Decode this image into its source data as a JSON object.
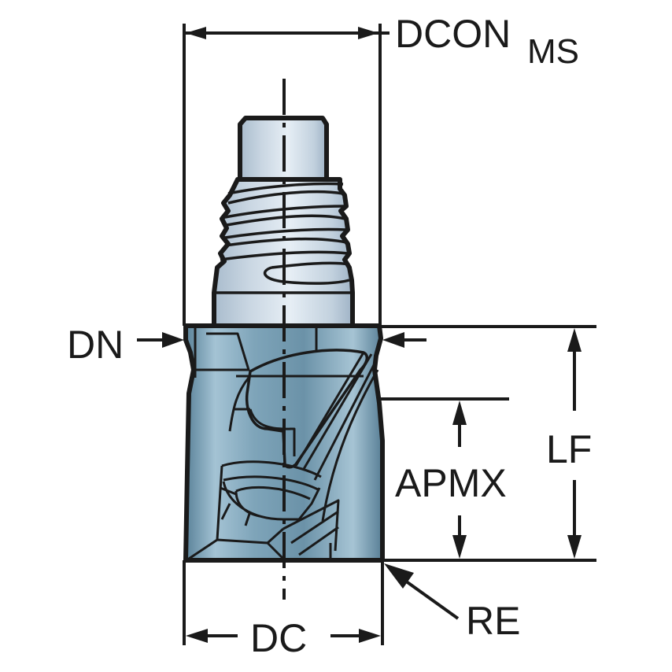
{
  "diagram": {
    "subject": "Exchangeable milling cutting head with threaded coupling",
    "colors": {
      "line": "#1a1a1a",
      "shank_light": "#dfe8f0",
      "shank_mid": "#b7c7d6",
      "shank_dark": "#97aabd",
      "head_light": "#9bbdd0",
      "head_mid": "#6f97ae",
      "head_dark": "#4a7389",
      "background": "#ffffff"
    },
    "dimensions": {
      "dcon": {
        "label": "DCON",
        "subscript": "MS"
      },
      "dn": {
        "label": "DN"
      },
      "lf": {
        "label": "LF"
      },
      "apmx": {
        "label": "APMX"
      },
      "dc": {
        "label": "DC"
      },
      "re": {
        "label": "RE"
      }
    }
  }
}
